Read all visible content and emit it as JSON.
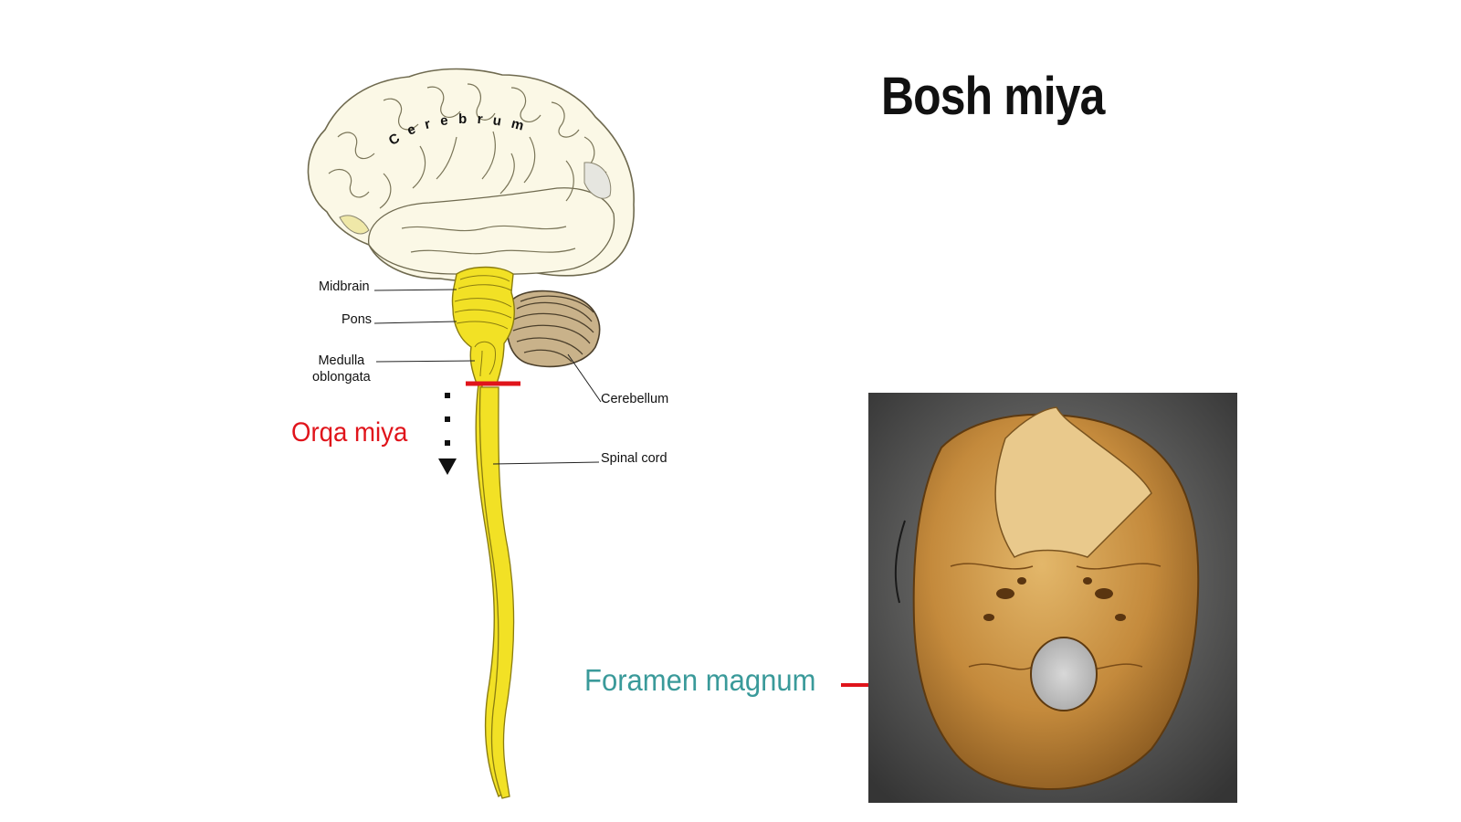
{
  "title": "Bosh miya",
  "labels": {
    "cerebrum": "Cerebrum",
    "midbrain": "Midbrain",
    "pons": "Pons",
    "medulla_line1": "Medulla",
    "medulla_line2": "oblongata",
    "cerebellum": "Cerebellum",
    "spinal_cord": "Spinal cord"
  },
  "annotations": {
    "orqa_miya": "Orqa miya",
    "foramen_magnum": "Foramen magnum"
  },
  "colors": {
    "accent_red": "#e0141b",
    "accent_teal": "#3a9a9a",
    "spinal_yellow": "#f2e125",
    "cerebellum_tan": "#c9b28a"
  }
}
